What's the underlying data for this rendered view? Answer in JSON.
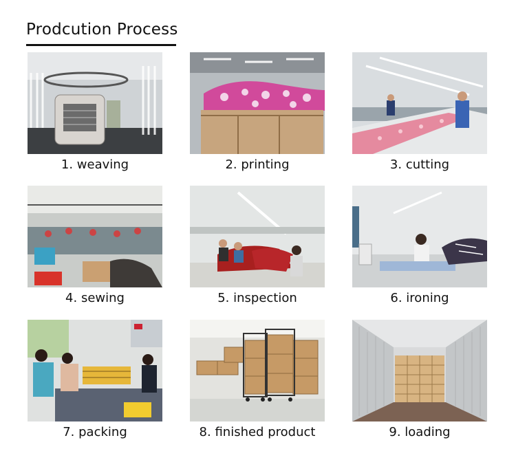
{
  "header": {
    "title": "Prodcution Process"
  },
  "steps": [
    {
      "caption": "1. weaving",
      "image": "weaving-photo"
    },
    {
      "caption": "2. printing",
      "image": "printing-photo"
    },
    {
      "caption": "3. cutting",
      "image": "cutting-photo"
    },
    {
      "caption": "4. sewing",
      "image": "sewing-photo"
    },
    {
      "caption": "5. inspection",
      "image": "inspection-photo"
    },
    {
      "caption": "6. ironing",
      "image": "ironing-photo"
    },
    {
      "caption": "7. packing",
      "image": "packing-photo"
    },
    {
      "caption": "8. finished product",
      "image": "finished-product-photo"
    },
    {
      "caption": "9. loading",
      "image": "loading-photo"
    }
  ]
}
